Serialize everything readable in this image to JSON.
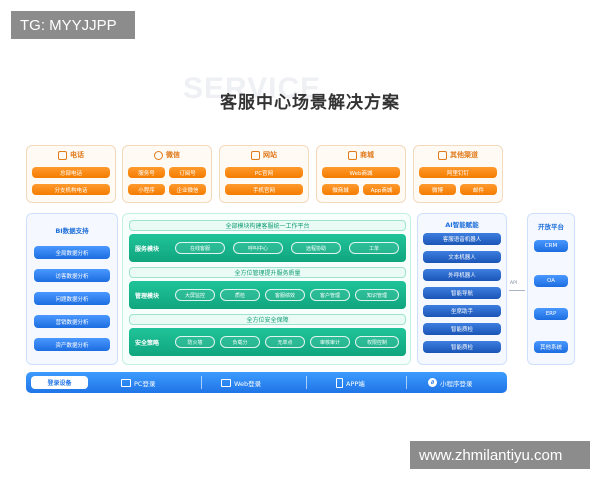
{
  "watermark_top": "TG: MYYJJPP",
  "watermark_bottom": "www.zhmilantiyu.com",
  "ghost_text": "SERVICE",
  "title": "客服中心场景解决方案",
  "channels": [
    {
      "name": "电话",
      "icon": "phone-icon",
      "items": [
        "总部电话",
        "分支机构电话"
      ]
    },
    {
      "name": "微信",
      "icon": "wechat-icon",
      "items": [
        "服务号",
        "订阅号",
        "小程序",
        "企业微信"
      ]
    },
    {
      "name": "网站",
      "icon": "web-icon",
      "items": [
        "PC官网",
        "手机官网"
      ]
    },
    {
      "name": "商城",
      "icon": "mall-icon",
      "items": [
        "Web商城",
        "微商城",
        "App商城"
      ]
    },
    {
      "name": "其他渠道",
      "icon": "grid-icon",
      "items": [
        "阿里钉钉",
        "微博",
        "邮件"
      ]
    }
  ],
  "bi": {
    "title": "BI数据支持",
    "items": [
      "全局数据分析",
      "访客数据分析",
      "问题数据分析",
      "营销数据分析",
      "资产数据分析"
    ]
  },
  "platform": {
    "bands": [
      "全部模块构建客服统一工作平台",
      "全方位管理提升服务质量",
      "全方位安全保障"
    ],
    "rows": [
      {
        "label": "服务模块",
        "items": [
          "在线客服",
          "呼叫中心",
          "远程协助",
          "工单"
        ]
      },
      {
        "label": "管理模块",
        "items": [
          "大屏监控",
          "质检",
          "客服绩效",
          "客户管理",
          "知识管理"
        ]
      },
      {
        "label": "安全策略",
        "items": [
          "防火墙",
          "负载分",
          "无单点",
          "审核审计",
          "权限控制"
        ]
      }
    ]
  },
  "ai": {
    "title": "AI智能赋能",
    "items": [
      "客服语音机器人",
      "文本机器人",
      "外呼机器人",
      "智能导航",
      "坐席助手",
      "智能质检",
      "智能质检"
    ]
  },
  "api_label": "API",
  "open": {
    "title": "开放平台",
    "items": [
      "CRM",
      "OA",
      "ERP",
      "其他系统"
    ]
  },
  "bottom": {
    "label": "登录设备",
    "items": [
      {
        "icon": "monitor-icon",
        "text": "PC登录"
      },
      {
        "icon": "browser-icon",
        "text": "Web登录"
      },
      {
        "icon": "app-icon",
        "text": "APP端"
      },
      {
        "icon": "miniprogram-icon",
        "text": "小程序登录"
      }
    ]
  },
  "colors": {
    "orange": "#f57c00",
    "blue": "#1f74e6",
    "green": "#10a57e"
  }
}
